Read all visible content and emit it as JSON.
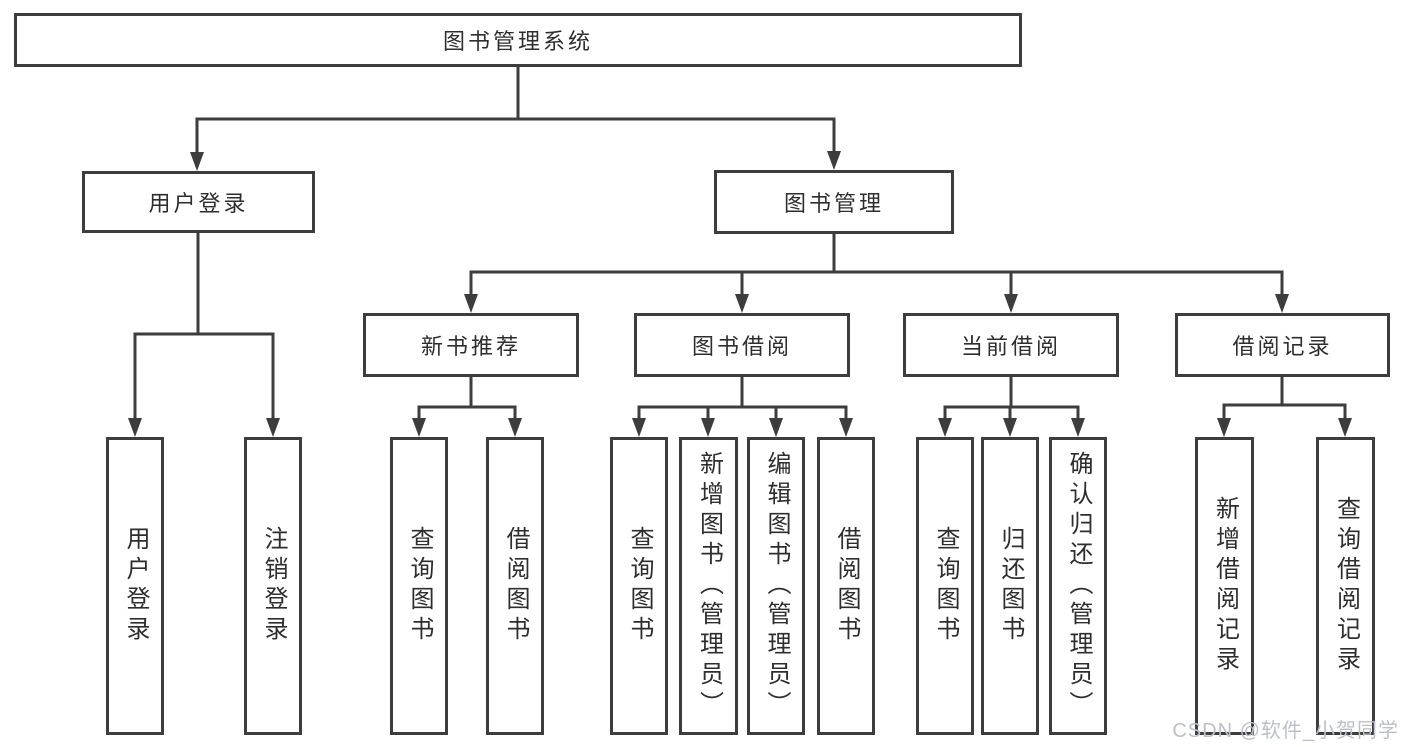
{
  "diagram": {
    "root": {
      "label": "图书管理系统"
    },
    "level2": [
      {
        "label": "用户登录"
      },
      {
        "label": "图书管理"
      }
    ],
    "level3": [
      {
        "label": "新书推荐"
      },
      {
        "label": "图书借阅"
      },
      {
        "label": "当前借阅"
      },
      {
        "label": "借阅记录"
      }
    ],
    "leaves": {
      "user_login": [
        {
          "label": "用户登录"
        },
        {
          "label": "注销登录"
        }
      ],
      "new_book_rec": [
        {
          "label": "查询图书"
        },
        {
          "label": "借阅图书"
        }
      ],
      "book_borrow": [
        {
          "label": "查询图书"
        },
        {
          "label": "新增图书（管理员）"
        },
        {
          "label": "编辑图书（管理员）"
        },
        {
          "label": "借阅图书"
        }
      ],
      "current_borrow": [
        {
          "label": "查询图书"
        },
        {
          "label": "归还图书"
        },
        {
          "label": "确认归还（管理员）"
        }
      ],
      "borrow_records": [
        {
          "label": "新增借阅记录"
        },
        {
          "label": "查询借阅记录"
        }
      ]
    },
    "colors": {
      "line": "#3d3d3d",
      "text": "#2e2e2e",
      "background": "#ffffff",
      "watermark": "#bdc0c9"
    }
  },
  "watermark": {
    "text": "CSDN @软件_小贺同学"
  }
}
